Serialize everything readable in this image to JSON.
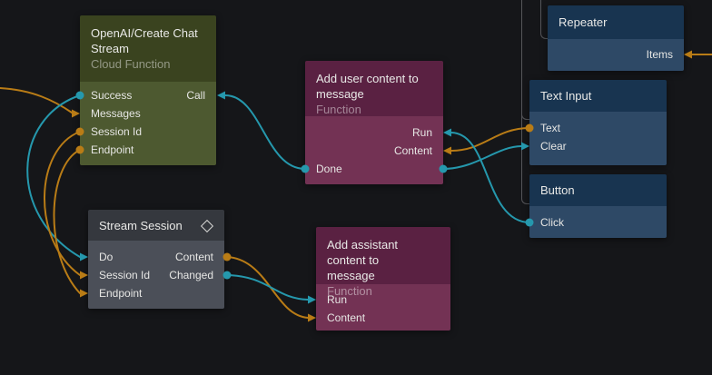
{
  "colors": {
    "background": "#151619",
    "wire_data": "#b97c16",
    "wire_signal": "#2598ad",
    "hierarchy_line": "#55565a",
    "olive_header": "#3a431f",
    "olive_body": "#4d5930",
    "purple_header": "#5a2142",
    "purple_body": "#733254",
    "blue_header": "#183450",
    "blue_body": "#2e4966",
    "gray_header": "#35383e",
    "gray_body": "#4b4f58",
    "title_text": "#e9e9e7",
    "port_text": "#e6e6e4"
  },
  "nodes": {
    "openai": {
      "title": "OpenAI/Create Chat Stream",
      "subtitle": "Cloud Function",
      "ports": {
        "success": "Success",
        "call": "Call",
        "messages": "Messages",
        "session_id": "Session Id",
        "endpoint": "Endpoint"
      }
    },
    "add_user": {
      "title": "Add user content to message",
      "subtitle": "Function",
      "ports": {
        "run": "Run",
        "content": "Content",
        "done": "Done"
      }
    },
    "stream_session": {
      "title": "Stream Session",
      "ports": {
        "do": "Do",
        "content": "Content",
        "session_id": "Session Id",
        "changed": "Changed",
        "endpoint": "Endpoint"
      }
    },
    "add_assistant": {
      "title": "Add assistant content to message",
      "subtitle": "Function",
      "ports": {
        "run": "Run",
        "content": "Content"
      }
    },
    "repeater": {
      "title": "Repeater",
      "ports": {
        "items": "Items"
      }
    },
    "text_input": {
      "title": "Text Input",
      "ports": {
        "text": "Text",
        "clear": "Clear"
      }
    },
    "button": {
      "title": "Button",
      "ports": {
        "click": "Click"
      }
    }
  }
}
